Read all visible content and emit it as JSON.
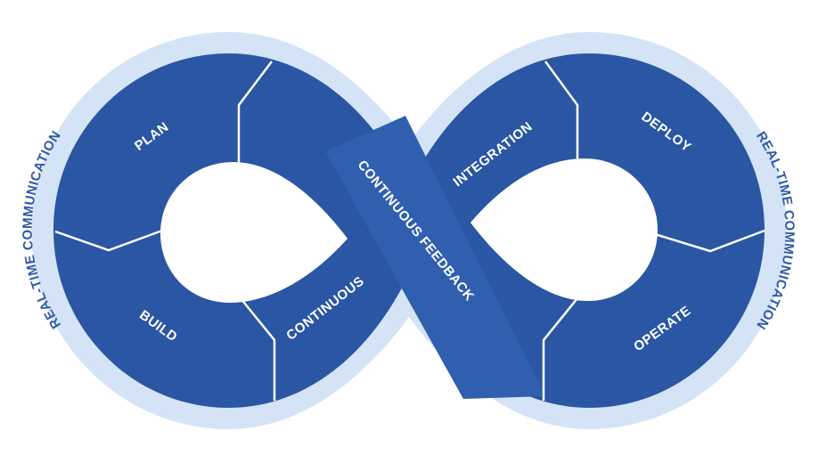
{
  "diagram": {
    "colors": {
      "outer_ring": "#d4e3f6",
      "segment_fill": "#2a56a3",
      "band_fill": "#2f5fae",
      "divider": "#ffffff",
      "segment_text": "#ffffff",
      "ring_text": "#2f5aa6",
      "background": "#ffffff"
    },
    "ring_label_left": "REAL-TIME COMMUNICATION",
    "ring_label_right": "REAL-TIME COMMUNICATION",
    "segments": {
      "plan": "PLAN",
      "build": "BUILD",
      "continuous": "CONTINUOUS",
      "integration": "INTEGRATION",
      "deploy": "DEPLOY",
      "operate": "OPERATE"
    },
    "band_label": "CONTINUOUS FEEDBACK"
  }
}
